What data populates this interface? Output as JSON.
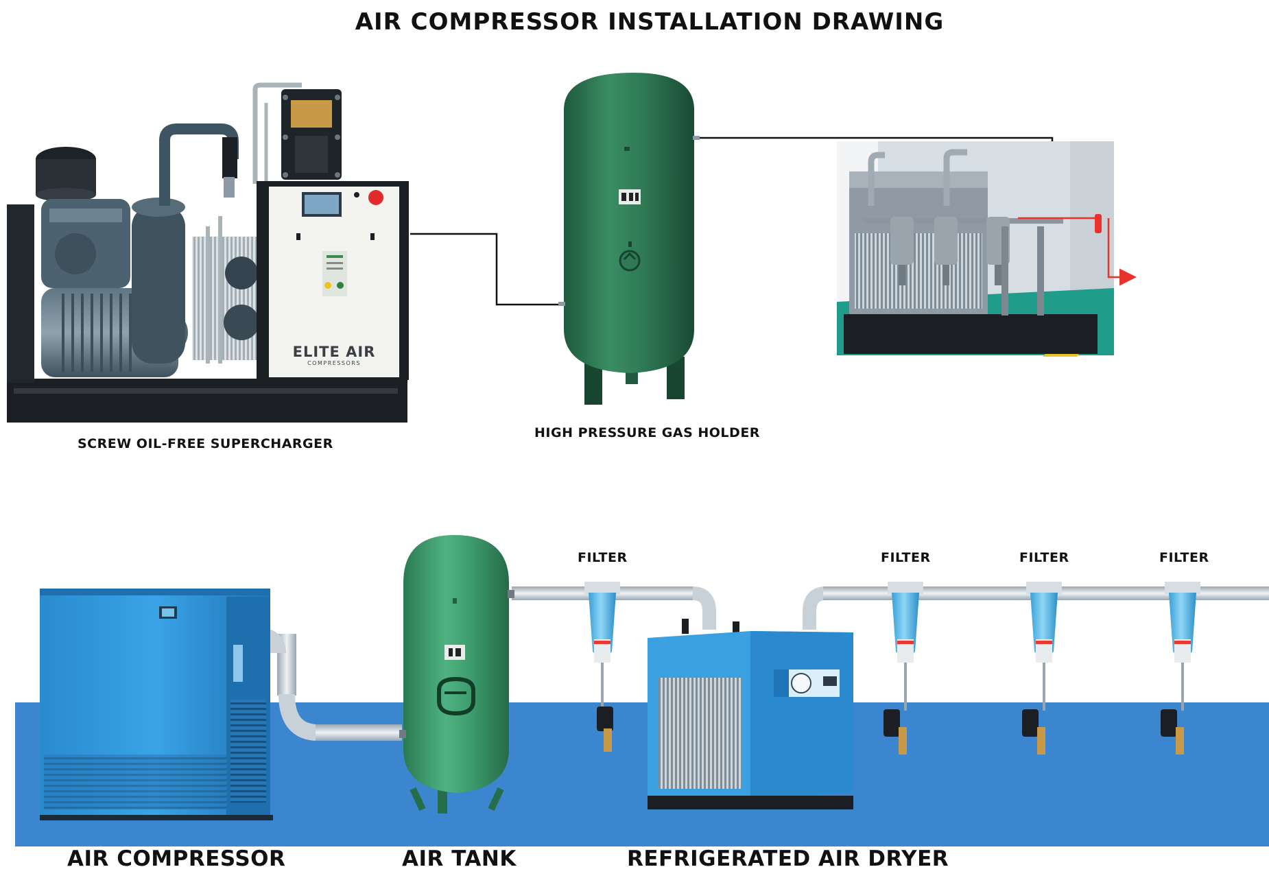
{
  "title": "AIR COMPRESSOR INSTALLATION DRAWING",
  "top_section": {
    "supercharger_label": "SCREW OIL-FREE SUPERCHARGER",
    "holder_label": "HIGH PRESSURE GAS HOLDER",
    "brand_name": "ELITE AIR",
    "brand_sub": "COMPRESSORS"
  },
  "bottom_section": {
    "filter_labels": [
      "FILTER",
      "FILTER",
      "FILTER",
      "FILTER"
    ],
    "compressor_label": "AIR COMPRESSOR",
    "tank_label": "AIR TANK",
    "dryer_label": "REFRIGERATED AIR DRYER"
  },
  "colors": {
    "holder_green": "#2f7a55",
    "tank_green": "#3d9a6c",
    "band_blue": "#3b86cf",
    "machine_blue": "#2d8fd4",
    "filter_blue": "#4fb4e6",
    "pipe_silver": "#c9d1d8",
    "flow_red": "#e8322b",
    "connector_black": "#111111"
  }
}
